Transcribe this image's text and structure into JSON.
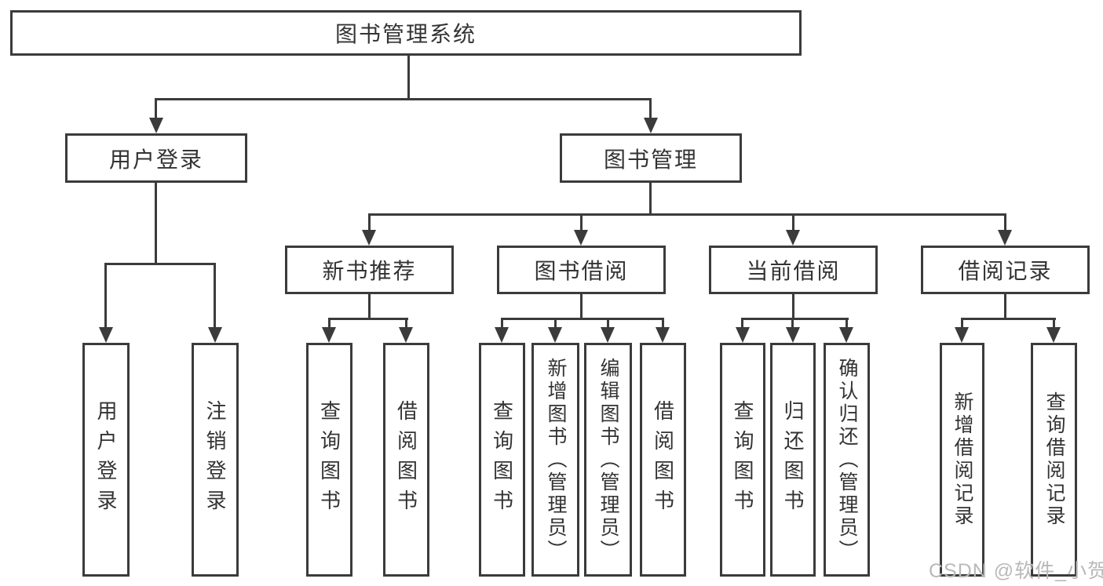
{
  "tree": {
    "label": "图书管理系统",
    "children": [
      {
        "label": "用户登录",
        "children": [
          {
            "label": "用户登录"
          },
          {
            "label": "注销登录"
          }
        ]
      },
      {
        "label": "图书管理",
        "children": [
          {
            "label": "新书推荐",
            "children": [
              {
                "label": "查询图书"
              },
              {
                "label": "借阅图书"
              }
            ]
          },
          {
            "label": "图书借阅",
            "children": [
              {
                "label": "查询图书"
              },
              {
                "label": "新增图书（管理员）"
              },
              {
                "label": "编辑图书（管理员）"
              },
              {
                "label": "借阅图书"
              }
            ]
          },
          {
            "label": "当前借阅",
            "children": [
              {
                "label": "查询图书"
              },
              {
                "label": "归还图书"
              },
              {
                "label": "确认归还（管理员）"
              }
            ]
          },
          {
            "label": "借阅记录",
            "children": [
              {
                "label": "新增借阅记录"
              },
              {
                "label": "查询借阅记录"
              }
            ]
          }
        ]
      }
    ]
  },
  "watermark": {
    "text": "CSDN @软件_小贺同学"
  },
  "colors": {
    "line": "#3b3b3b",
    "text": "#333333",
    "watermark": "#b9b9b9"
  }
}
